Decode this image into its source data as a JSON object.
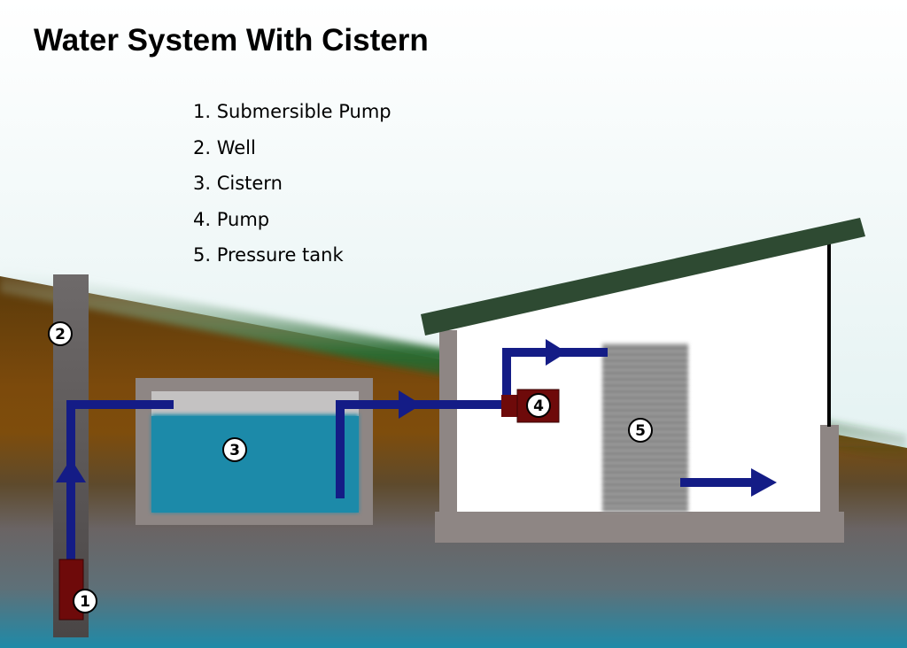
{
  "title": "Water System With Cistern",
  "legend": [
    {
      "num": "1",
      "text": "1. Submersible Pump"
    },
    {
      "num": "2",
      "text": "2. Well"
    },
    {
      "num": "3",
      "text": "3. Cistern"
    },
    {
      "num": "4",
      "text": "4. Pump"
    },
    {
      "num": "5",
      "text": "5. Pressure tank"
    }
  ],
  "colors": {
    "pipe": "#141c86",
    "water": "#1e88a8",
    "pump": "#6e0a0a",
    "roof": "#2c4a32",
    "concrete": "#8a8280",
    "grass": "#1d5a26",
    "soil": "#7a4a0c"
  }
}
